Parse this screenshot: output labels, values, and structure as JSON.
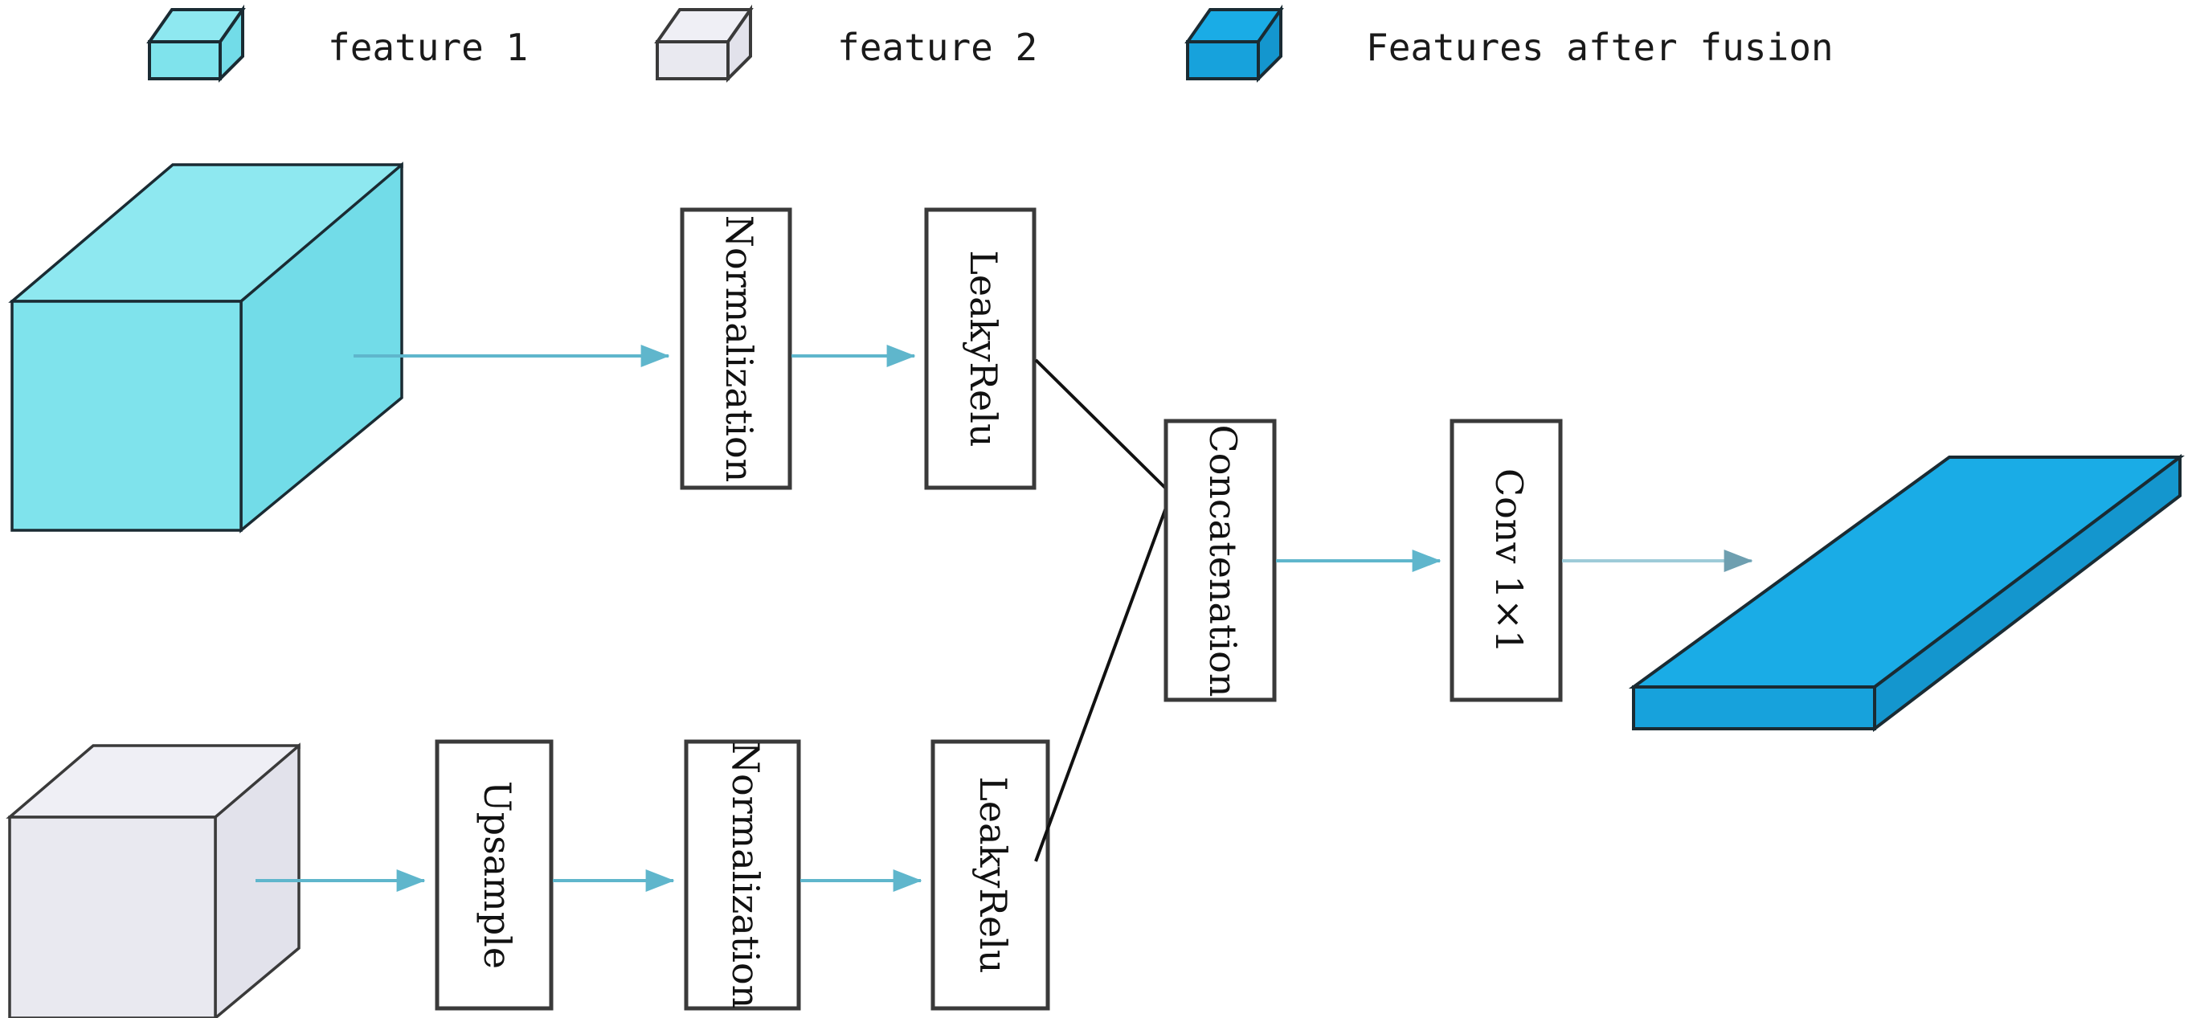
{
  "figure": {
    "title": "Feature fusion module diagram",
    "background": "#ffffff"
  },
  "colors": {
    "feature1_face": "#7FE3EC",
    "feature1_top": "#8EE8F0",
    "feature1_side": "#72DCE8",
    "feature2_face": "#E9E9F0",
    "feature2_top": "#EFEFF5",
    "feature2_side": "#E2E2EB",
    "fusion_face": "#17A2DC",
    "fusion_top": "#1AACE6",
    "fusion_side": "#1496CE",
    "outline": "#1A2B33",
    "box_stroke": "#3A3A3A",
    "box_fill": "#FFFFFF",
    "arrow": "#5FB6CC",
    "connector": "#111111",
    "text": "#111111"
  },
  "legend": {
    "items": [
      {
        "id": "feature1",
        "label": "feature 1",
        "swatch": "cube-cyan"
      },
      {
        "id": "feature2",
        "label": "feature 2",
        "swatch": "cube-grey"
      },
      {
        "id": "fusion",
        "label": "Features after fusion",
        "swatch": "cube-blue"
      }
    ]
  },
  "branches": {
    "top": {
      "input": {
        "name": "feature-1-volume",
        "shape": "cuboid",
        "color": "#7FE3EC"
      },
      "stages": [
        {
          "id": "norm-top",
          "label": "Normalization"
        },
        {
          "id": "leakyrelu-top",
          "label": "LeakyRelu"
        }
      ]
    },
    "bottom": {
      "input": {
        "name": "feature-2-volume",
        "shape": "cuboid",
        "color": "#E9E9F0"
      },
      "stages": [
        {
          "id": "upsample-bottom",
          "label": "Upsample"
        },
        {
          "id": "norm-bottom",
          "label": "Normalization"
        },
        {
          "id": "leakyrelu-bottom",
          "label": "LeakyRelu"
        }
      ]
    }
  },
  "merge": {
    "stages": [
      {
        "id": "concatenation",
        "label": "Concatenation"
      },
      {
        "id": "conv1x1",
        "label": "Conv 1×1"
      }
    ]
  },
  "output": {
    "name": "fused-feature-slab",
    "shape": "flat-slab",
    "color": "#17A2DC",
    "label": "Features after fusion"
  }
}
